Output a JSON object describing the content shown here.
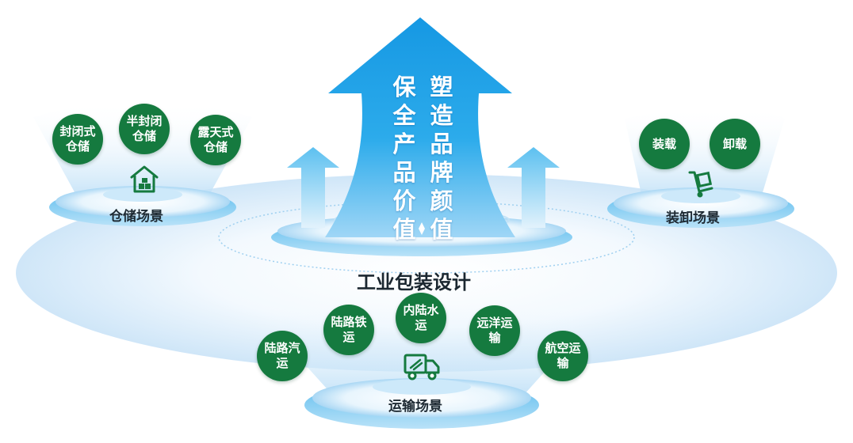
{
  "center": {
    "title": "工业包装设计",
    "arrow_left_text": "保全产品价值",
    "arrow_right_text": "塑造品牌颜值"
  },
  "storage": {
    "label": "仓储场景",
    "icon": "warehouse-icon",
    "items": [
      {
        "label": "封闭式仓储"
      },
      {
        "label": "半封闭仓储"
      },
      {
        "label": "露天式仓储"
      }
    ]
  },
  "loading": {
    "label": "装卸场景",
    "icon": "hand-truck-icon",
    "items": [
      {
        "label": "装载"
      },
      {
        "label": "卸载"
      }
    ]
  },
  "transport": {
    "label": "运输场景",
    "icon": "delivery-truck-icon",
    "items": [
      {
        "label": "陆路汽运"
      },
      {
        "label": "陆路铁运"
      },
      {
        "label": "内陆水运"
      },
      {
        "label": "远洋运输"
      },
      {
        "label": "航空运输"
      }
    ]
  },
  "colors": {
    "green": "#157a3f",
    "blue": "#1aa0e8",
    "light_blue": "#d6ecfa"
  }
}
